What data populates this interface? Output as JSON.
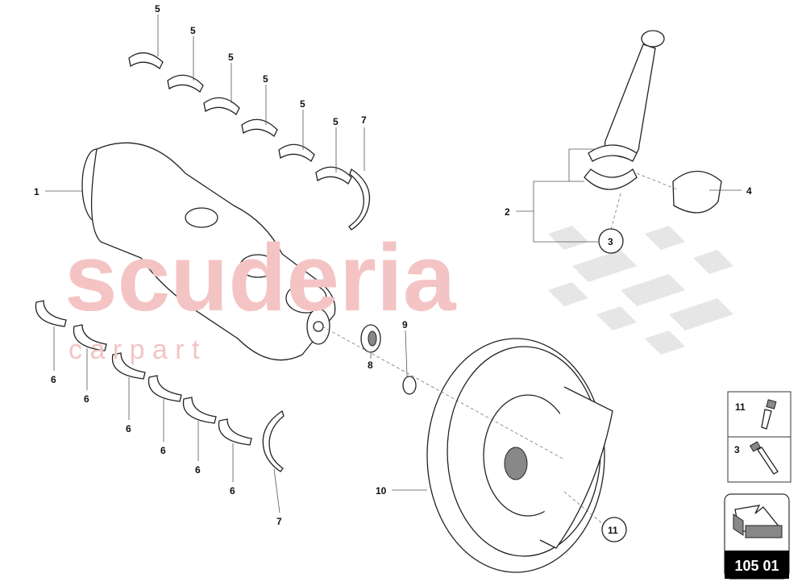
{
  "watermark": {
    "brand": "scuderia",
    "sub": "c a r p a r t"
  },
  "callouts": {
    "bearing_upper": "5",
    "thrust_washer": "7",
    "crankshaft": "1",
    "conrod_assembly": "2",
    "conrod_bolt": "3",
    "conrod_bearing": "4",
    "bearing_lower": "6",
    "seal": "8",
    "circlip": "9",
    "vibration_damper": "10",
    "damper_bolt": "11"
  },
  "legend": {
    "items": [
      {
        "number": "11",
        "icon": "bolt-icon"
      },
      {
        "number": "3",
        "icon": "conrod-bolt-icon"
      }
    ]
  },
  "section": {
    "code": "105 01",
    "icon": "section-arrow-icon"
  },
  "colors": {
    "watermark": "#f4c4c4",
    "line": "#222222",
    "section_bg": "#000000"
  }
}
